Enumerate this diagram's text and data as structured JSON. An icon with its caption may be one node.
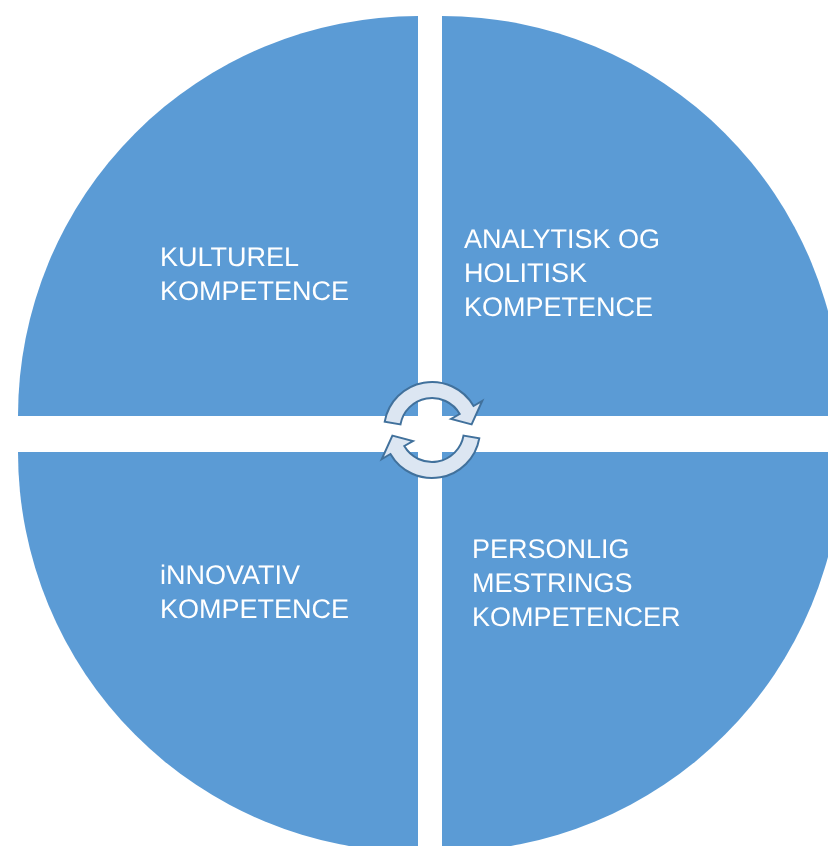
{
  "diagram": {
    "nodes": [
      {
        "text": [
          "KULTUREL KOMPETENCE"
        ]
      },
      {
        "text": [
          "ANALYTISK OG HOLITISK KOMPETENCE"
        ]
      },
      {
        "text": [
          "iNNOVATIV KOMPETENCE"
        ]
      },
      {
        "text": [
          "PERSONLIG MESTRINGS KOMPETENCER"
        ]
      }
    ]
  }
}
